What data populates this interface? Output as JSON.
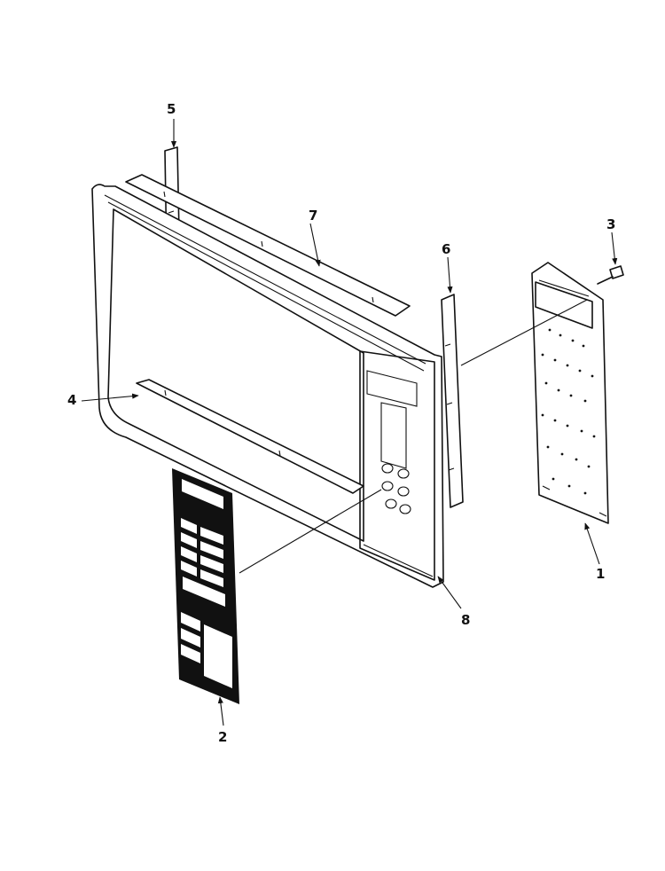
{
  "diagram": {
    "labels": {
      "circuit_board": "1",
      "keypad_overlay": "2",
      "screw": "3",
      "bracket_bottom": "4",
      "bracket_left": "5",
      "bracket_right": "6",
      "bracket_top": "7",
      "frame": "8"
    },
    "colors": {
      "line": "#111111",
      "background": "#ffffff",
      "overlay_fill": "#111111"
    }
  }
}
